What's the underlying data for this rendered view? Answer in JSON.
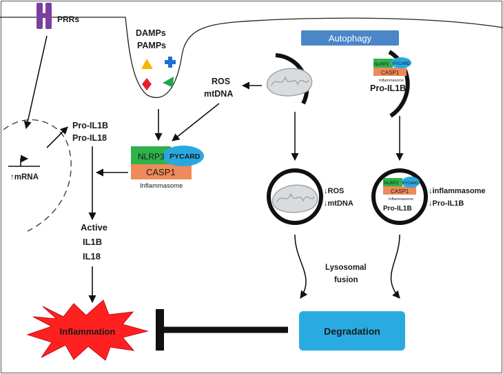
{
  "labels": {
    "prrs": "PRRs",
    "damps": "DAMPs",
    "pamps": "PAMPs",
    "autophagy": "Autophagy",
    "ros": "ROS",
    "mtdna": "mtDNA",
    "pro_il1b": "Pro-IL1B",
    "pro_il18": "Pro-IL18",
    "mrna": "↑mRNA",
    "active": "Active",
    "il1b": "IL1B",
    "il18": "IL18",
    "inflammation": "Inflammation",
    "degradation": "Degradation",
    "lysosomal": "Lysosomal",
    "fusion": "fusion",
    "down_ros": "↓ROS",
    "down_mtdna": "↓mtDNA",
    "down_inflammasome": "↓inflammasome",
    "down_pro_il1b": "↓Pro-IL1B",
    "pro_il1b_cargo": "Pro-IL1B",
    "pro_il1b_lyso": "Pro-IL1B"
  },
  "inflammasome": {
    "nlrp3": "NLRP3",
    "pycard": "PYCARD",
    "casp1": "CASP1",
    "caption": "Inflammasome"
  },
  "colors": {
    "nlrp3": "#2db34a",
    "pycard": "#29a8e0",
    "casp1": "#ef8a5a",
    "autophagy_box": "#4a86c8",
    "degradation_box": "#29abe2",
    "inflammation_burst": "#ff2020",
    "receptor": "#7b3fa0",
    "triangle_yellow": "#f5b800",
    "cross_blue": "#1f6fd1",
    "diamond_red": "#e8202a",
    "triangle_green": "#1fa84b"
  },
  "icons": [
    "receptor-icon",
    "promoter-arrow-icon",
    "mitochondrion-icon",
    "inflammation-burst-icon",
    "inhibition-bar-icon"
  ]
}
